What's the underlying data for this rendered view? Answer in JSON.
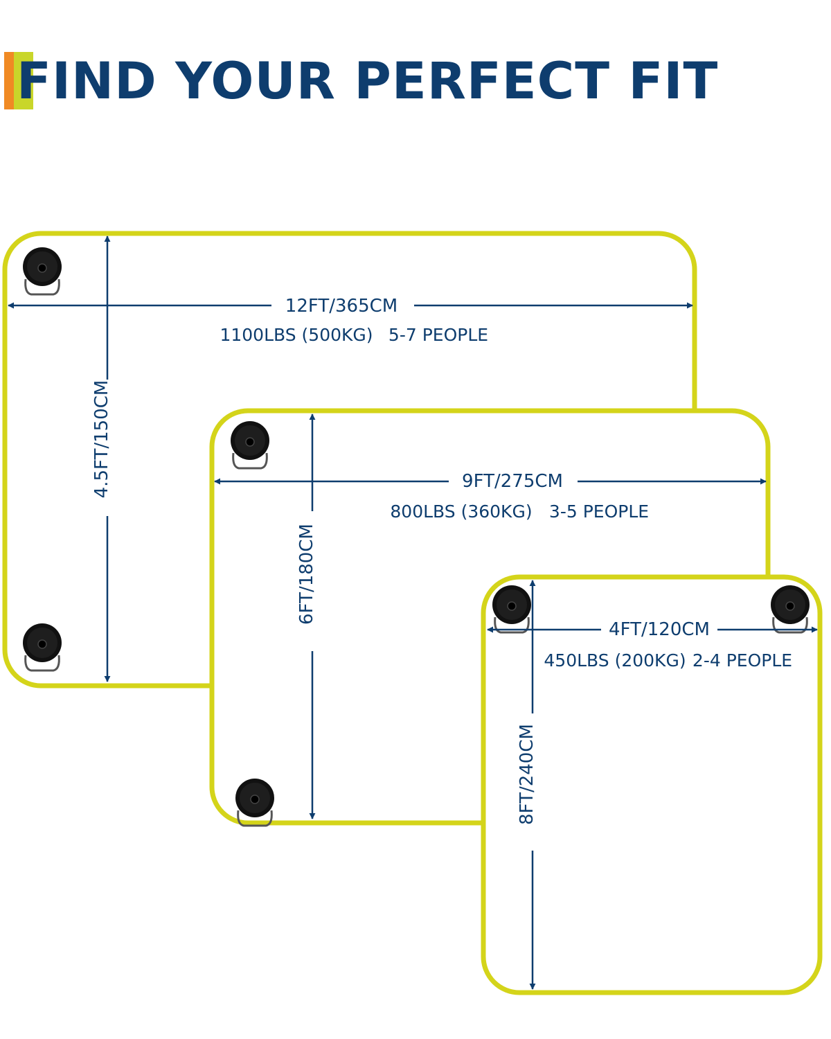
{
  "heading": {
    "text": "FIND YOUR PERFECT FIT"
  },
  "colors": {
    "text": "#0e3d6e",
    "outline": "#d4d41a",
    "accent_orange": "#f08a24",
    "accent_yellow": "#c9d62a",
    "anchor": "#111111"
  },
  "mats": [
    {
      "id": "large",
      "length": "12FT/365CM",
      "width": "4.5FT/150CM",
      "capacity": "1100LBS (500KG)",
      "people": "5-7 PEOPLE"
    },
    {
      "id": "medium",
      "length": "9FT/275CM",
      "width": "6FT/180CM",
      "capacity": "800LBS (360KG)",
      "people": "3-5 PEOPLE"
    },
    {
      "id": "small",
      "length": "4FT/120CM",
      "width": "8FT/240CM",
      "capacity": "450LBS (200KG)",
      "people": "2-4 PEOPLE"
    }
  ],
  "icons": {
    "anchor": "anchor-ring-icon"
  }
}
